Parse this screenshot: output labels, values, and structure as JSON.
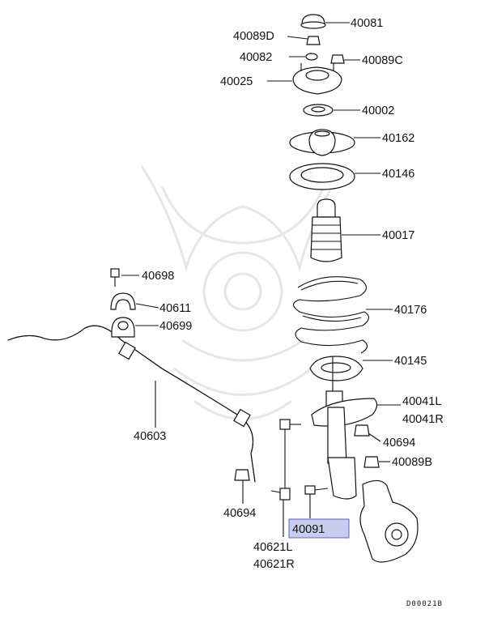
{
  "labels": {
    "p40081": "40081",
    "p40089D": "40089D",
    "p40082": "40082",
    "p40089C": "40089C",
    "p40025": "40025",
    "p40002": "40002",
    "p40162": "40162",
    "p40146": "40146",
    "p40017": "40017",
    "p40698": "40698",
    "p40611": "40611",
    "p40699": "40699",
    "p40176": "40176",
    "p40145": "40145",
    "p40041L": "40041L",
    "p40041R": "40041R",
    "p40603": "40603",
    "p40694a": "40694",
    "p40089B": "40089B",
    "p40694b": "40694",
    "p40091": "40091",
    "p40621L": "40621L",
    "p40621R": "40621R"
  },
  "highlight": {
    "fill": "#c8cdf0",
    "stroke": "#5a64b4"
  },
  "diagram_code": "D00021B"
}
